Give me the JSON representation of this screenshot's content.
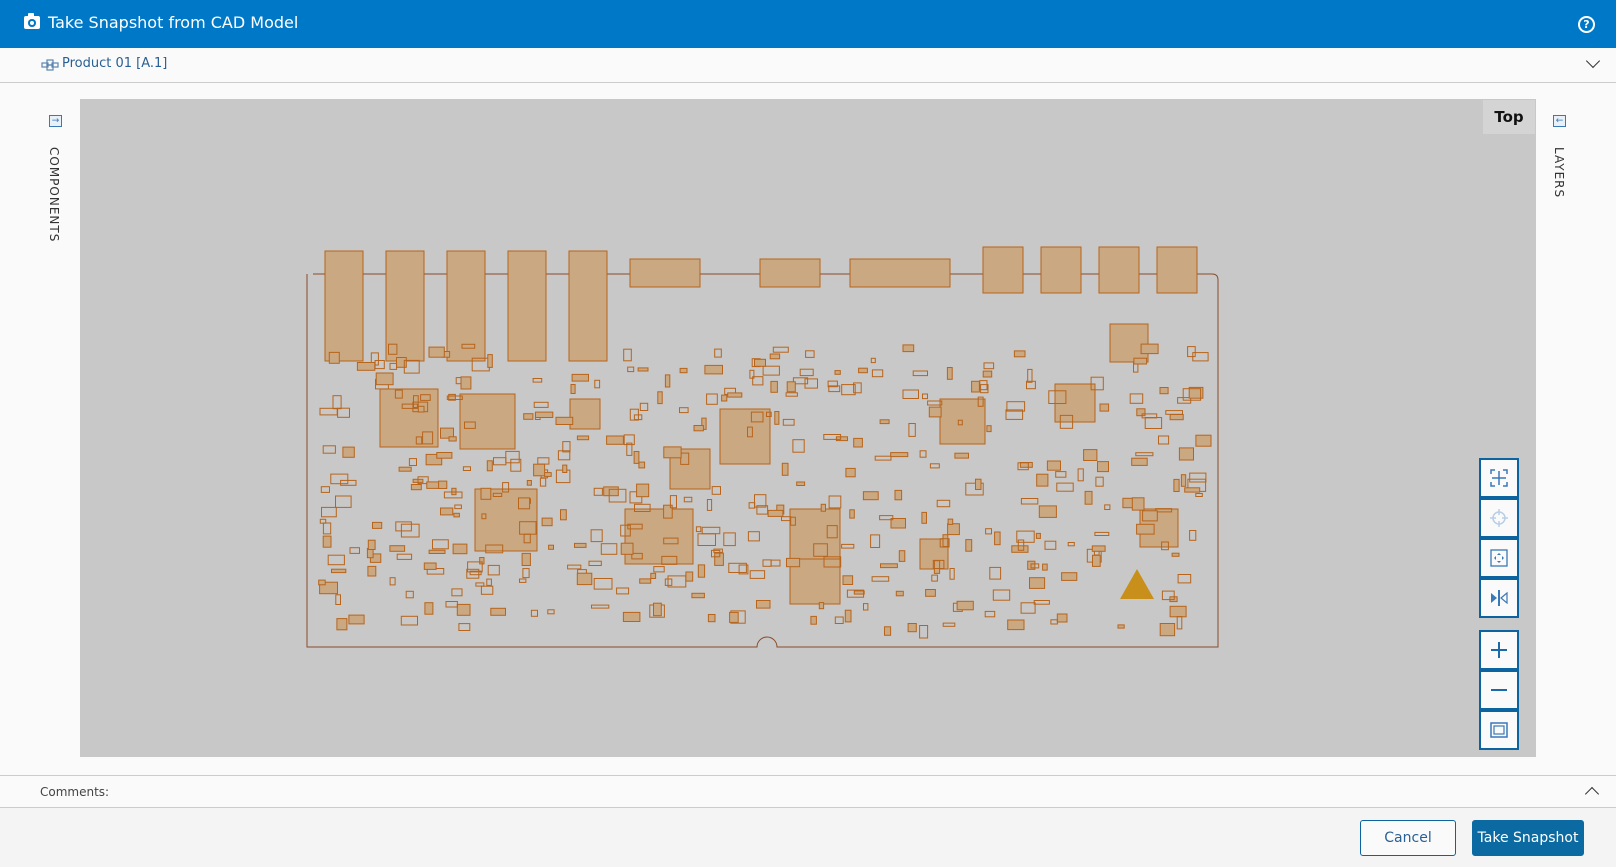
{
  "header": {
    "title": "Take Snapshot from CAD Model",
    "icon": "camera-icon",
    "help_icon": "help-icon",
    "help_glyph": "?"
  },
  "breadcrumb": {
    "label": "Product 01 [A.1]",
    "icon": "product-structure-icon"
  },
  "left_panel": {
    "label": "COMPONENTS",
    "icon_glyph": "→"
  },
  "right_panel": {
    "label": "LAYERS",
    "icon_glyph": "←"
  },
  "viewer": {
    "view_label": "Top",
    "toolbar": [
      "fit-selection",
      "center",
      "pan",
      "mirror",
      "zoom-in",
      "zoom-out",
      "fit-all"
    ],
    "colors": {
      "background": "#c8c8c8",
      "pad": "#c9a882",
      "outline": "#b8641a",
      "board_edge": "#8a4a2a"
    }
  },
  "comments": {
    "label": "Comments:"
  },
  "footer": {
    "cancel_label": "Cancel",
    "snapshot_label": "Take Snapshot"
  },
  "colors": {
    "header": "#0078c8",
    "primary_button": "#0a6aa1"
  }
}
